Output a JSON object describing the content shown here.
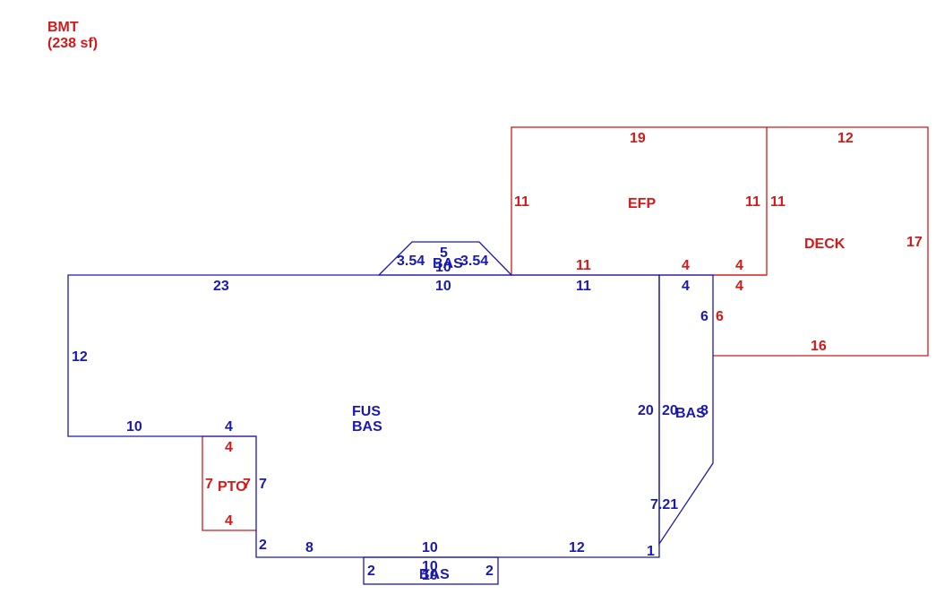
{
  "colors": {
    "main": "#1a1ab0",
    "addition": "#d21a1a"
  },
  "header": {
    "name": "BMT",
    "area": "(238 sf)"
  },
  "areas": {
    "fus": "FUS",
    "bas_main": "BAS",
    "bas_top": "BAS",
    "bas_right": "BAS",
    "bas_bottom": "BAS",
    "efp": "EFP",
    "deck": "DECK",
    "pto": "PTO"
  },
  "dims": {
    "main_top_left": "23",
    "main_top_mid": "10",
    "main_top_right": "11",
    "main_left": "12",
    "main_step_top": "10",
    "main_step_right_top": "4",
    "main_step_side": "7",
    "main_step_bottom": "2",
    "main_bottom_left": "8",
    "main_bottom_mid": "10",
    "main_bottom_right": "12",
    "main_right_bottom": "1",
    "main_right": "20",
    "bump_top": "5",
    "bump_bottom": "10",
    "bump_left": "3.54",
    "bump_right": "3.54",
    "right_top": "4",
    "right_left": "20",
    "right_right": "8",
    "right_upper": "6",
    "right_diag": "7.21",
    "bottom_top": "10",
    "bottom_left": "2",
    "bottom_right": "2",
    "bottom_bottom": "10",
    "efp_top": "19",
    "efp_left": "11",
    "efp_right": "11",
    "efp_bottom": "11",
    "efp_bottom_right_a": "4",
    "efp_bottom_right_b": "4",
    "deck_top": "12",
    "deck_left": "11",
    "deck_right": "17",
    "deck_bottom": "16",
    "deck_lower_left": "4",
    "deck_side": "6",
    "pto_top": "4",
    "pto_left": "7",
    "pto_right": "7",
    "pto_bottom": "4"
  }
}
